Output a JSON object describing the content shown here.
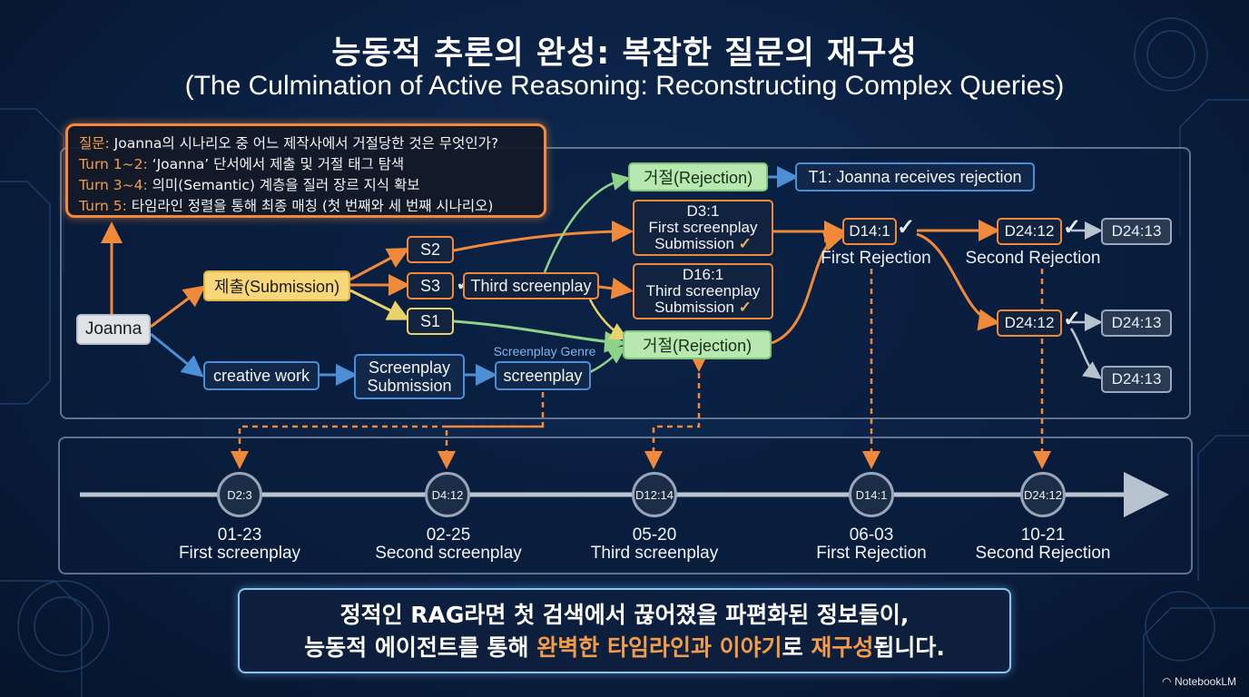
{
  "title": {
    "korean": "능동적 추론의 완성: 복잡한 질문의 재구성",
    "english": "(The Culmination of Active Reasoning: Reconstructing Complex Queries)"
  },
  "question_box": {
    "q_label": "질문:",
    "q_text": " Joanna의 시나리오 중 어느 제작사에서 거절당한 것은 무엇인가?",
    "turns": [
      {
        "label": "Turn 1~2:",
        "text": " ‘Joanna’ 단서에서 제출 및 거절 태그 탐색"
      },
      {
        "label": "Turn 3~4:",
        "text": " 의미(Semantic) 계층을 질러 장르 지식 확보"
      },
      {
        "label": "Turn 5:",
        "text": "  타임라인 정렬을 통해 최종 매칭 (첫 번째와 세 번째 시나리오)"
      }
    ]
  },
  "graph": {
    "joanna": "Joanna",
    "submission": "제출(Submission)",
    "s2": "S2",
    "s3": "S3",
    "s1": "S1",
    "check": "✓",
    "third_screenplay": "Third screenplay",
    "creative_work": "creative work",
    "screenplay_submission": [
      "Screenplay",
      "Submission"
    ],
    "genre_label": "Screenplay Genre",
    "screenplay": "screenplay",
    "rejection_top": "거절(Rejection)",
    "rejection_bottom": "거절(Rejection)",
    "t1": "T1: Joanna receives rejection",
    "d3": {
      "id": "D3:1",
      "line1": "First screenplay",
      "line2": "Submission"
    },
    "d16": {
      "id": "D16:1",
      "line1": "Third screenplay",
      "line2": "Submission"
    },
    "d14": "D14:1",
    "first_rejection": "First Rejection",
    "d24_a": "D24:12",
    "second_rejection": "Second Rejection",
    "d24_b": "D24:12",
    "d24_13_a": "D24:13",
    "d24_13_b": "D24:13",
    "d24_13_c": "D24:13"
  },
  "timeline": [
    {
      "id": "D2:3",
      "date": "01-23",
      "label": "First screenplay"
    },
    {
      "id": "D4:12",
      "date": "02-25",
      "label": "Second screenplay"
    },
    {
      "id": "D12:14",
      "date": "05-20",
      "label": "Third screenplay"
    },
    {
      "id": "D14:1",
      "date": "06-03",
      "label": "First Rejection"
    },
    {
      "id": "D24:12",
      "date": "10-21",
      "label": "Second Rejection"
    }
  ],
  "conclusion": {
    "line1": "정적인 RAG라면 첫 검색에서 끊어졌을 파편화된 정보들이,",
    "line2_a": "능동적 에이전트를 통해 ",
    "line2_b": "완벽한 타임라인과 이야기",
    "line2_c": "로 ",
    "line2_d": "재구성",
    "line2_e": "됩니다."
  },
  "brand": "NotebookLM",
  "colors": {
    "accent_orange": "#f08a3a",
    "accent_blue": "#4c8fd6",
    "green_node": "#b9e7b0",
    "yellow_node": "#f7d77a"
  }
}
